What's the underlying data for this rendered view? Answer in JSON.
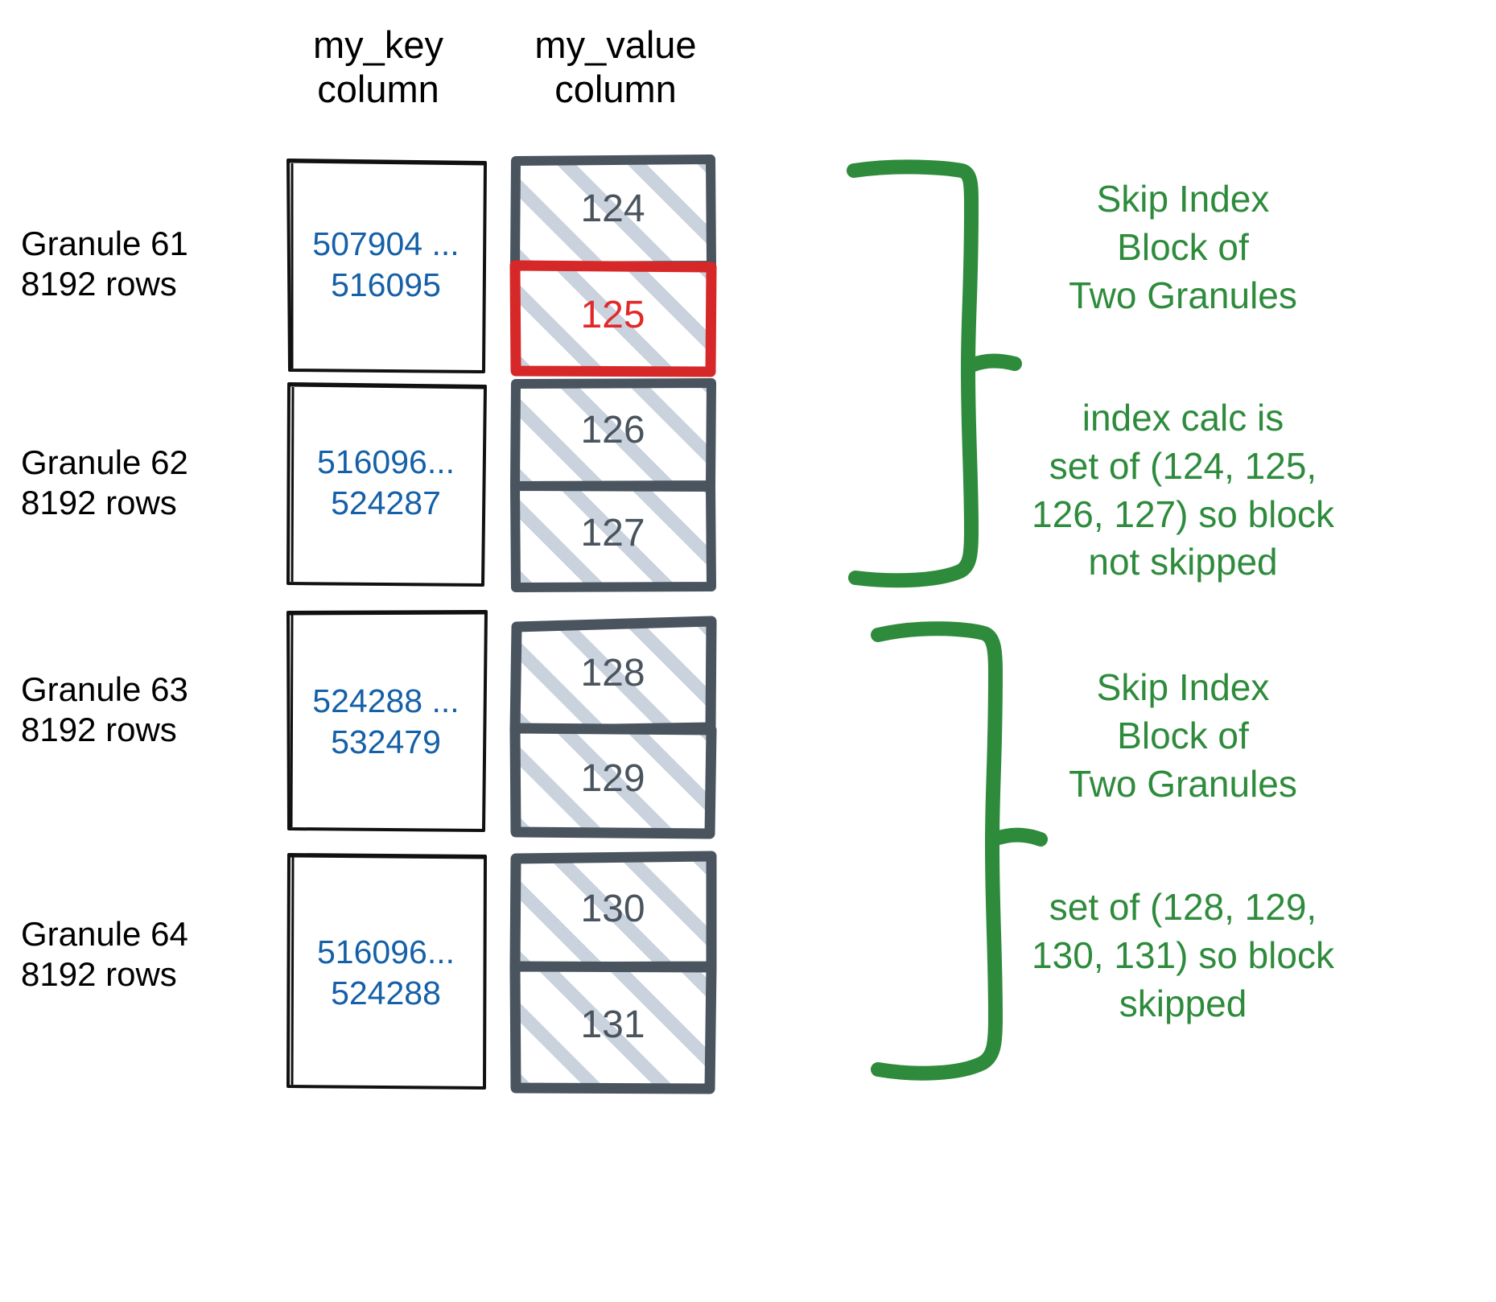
{
  "headers": {
    "key_column": "my_key\ncolumn",
    "value_column": "my_value\ncolumn"
  },
  "colors": {
    "key_text": "#1560a8",
    "value_text": "#49545e",
    "highlight": "#e02a2a",
    "annotation": "#2e8b3c",
    "cell_border": "#49545e",
    "hatch": "#c6d0db",
    "box_border": "#000000"
  },
  "granules": [
    {
      "label": "Granule 61\n8192 rows",
      "key_range": "507904 ...\n516095",
      "values": [
        {
          "value": "124",
          "highlighted": false
        },
        {
          "value": "125",
          "highlighted": true
        }
      ]
    },
    {
      "label": "Granule 62\n8192 rows",
      "key_range": "516096...\n524287",
      "values": [
        {
          "value": "126",
          "highlighted": false
        },
        {
          "value": "127",
          "highlighted": false
        }
      ]
    },
    {
      "label": "Granule 63\n8192 rows",
      "key_range": "524288 ...\n532479",
      "values": [
        {
          "value": "128",
          "highlighted": false
        },
        {
          "value": "129",
          "highlighted": false
        }
      ]
    },
    {
      "label": "Granule 64\n8192 rows",
      "key_range": "516096...\n524288",
      "values": [
        {
          "value": "130",
          "highlighted": false
        },
        {
          "value": "131",
          "highlighted": false
        }
      ]
    }
  ],
  "annotations": [
    {
      "text": "Skip Index\nBlock of\nTwo Granules"
    },
    {
      "text": "index calc is\nset of (124, 125,\n126, 127) so block\nnot skipped"
    },
    {
      "text": "Skip Index\nBlock of\nTwo Granules"
    },
    {
      "text": "set of (128, 129,\n130, 131) so block\nskipped"
    }
  ]
}
